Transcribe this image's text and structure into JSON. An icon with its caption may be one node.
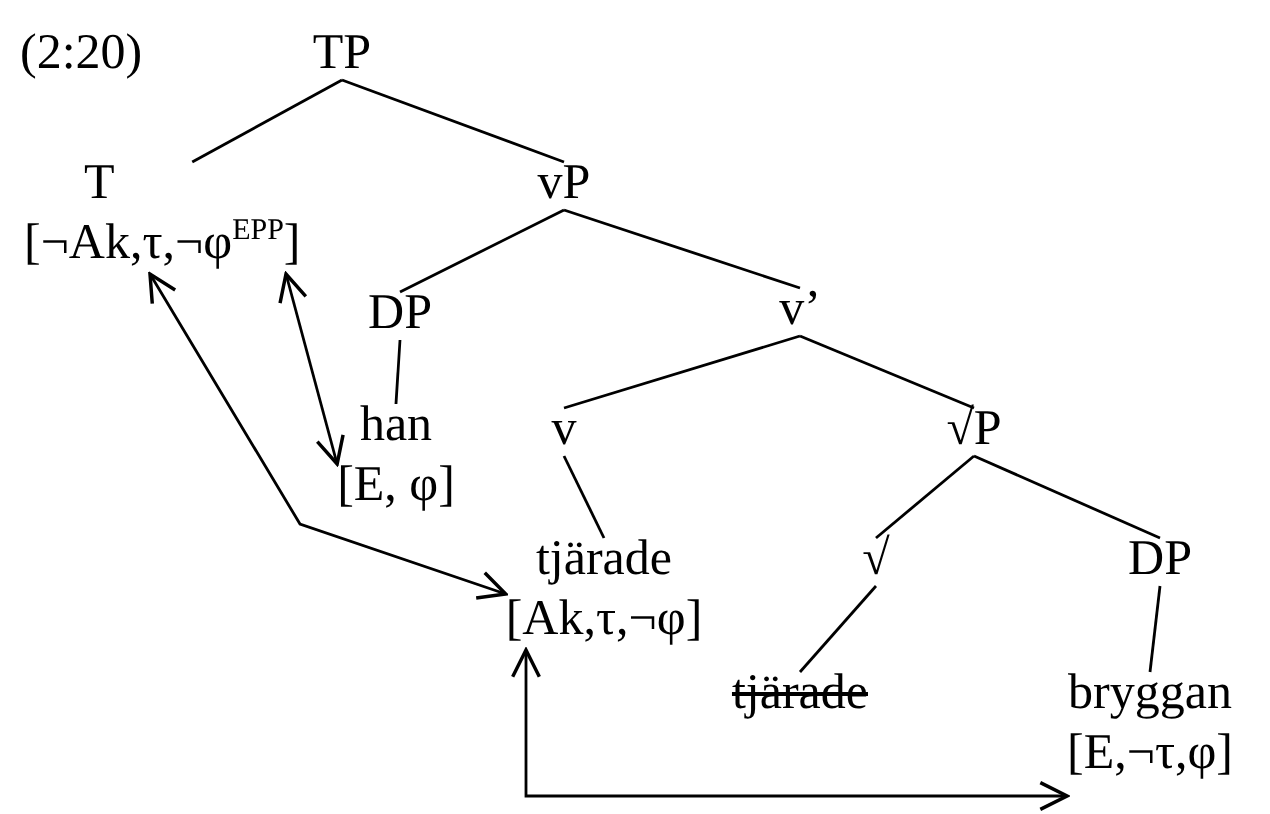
{
  "diagram": {
    "nodes": [
      {
        "text": [
          "TP"
        ]
      },
      {
        "text": [
          "T",
          "[¬Ak,τ,¬φ$^{EPP}$]"
        ]
      },
      {
        "text": [
          "vP"
        ]
      },
      {
        "text": [
          "DP"
        ]
      },
      {
        "text": [
          "han",
          "[E, φ]"
        ]
      },
      {
        "text": [
          "v’"
        ]
      },
      {
        "text": [
          "v"
        ]
      },
      {
        "text": [
          "tjärade",
          "[Ak,τ,¬φ]"
        ]
      },
      {
        "text": [
          "√P"
        ]
      },
      {
        "text": [
          "√"
        ]
      },
      {
        "text": [
          "tjärade"
        ]
      },
      {
        "text": [
          "DP"
        ]
      },
      {
        "text": [
          "bryggan",
          "[E,¬τ,φ]"
        ]
      }
    ],
    "edges": [
      {
        "from": 0,
        "to": 1,
        "arrow": "none"
      },
      {
        "from": 0,
        "to": 2,
        "arrow": "none"
      },
      {
        "from": 2,
        "to": 3,
        "arrow": "none"
      },
      {
        "from": 2,
        "to": 5,
        "arrow": "none"
      },
      {
        "from": 3,
        "to": 4,
        "arrow": "none"
      },
      {
        "from": 5,
        "to": 6,
        "arrow": "none"
      },
      {
        "from": 5,
        "to": 8,
        "arrow": "none"
      },
      {
        "from": 6,
        "to": 7,
        "arrow": "none"
      },
      {
        "from": 8,
        "to": 9,
        "arrow": "none"
      },
      {
        "from": 8,
        "to": 11,
        "arrow": "none"
      },
      {
        "from": 9,
        "to": 10,
        "arrow": "none"
      },
      {
        "from": 11,
        "to": 12,
        "arrow": "none"
      },
      {
        "from": 1,
        "to": 7,
        "arrow": "both"
      },
      {
        "from": 1,
        "to": 4,
        "arrow": "both"
      },
      {
        "from": 7,
        "to": 12,
        "arrow": "both"
      }
    ],
    "labels": [
      "(2:20)"
    ]
  }
}
